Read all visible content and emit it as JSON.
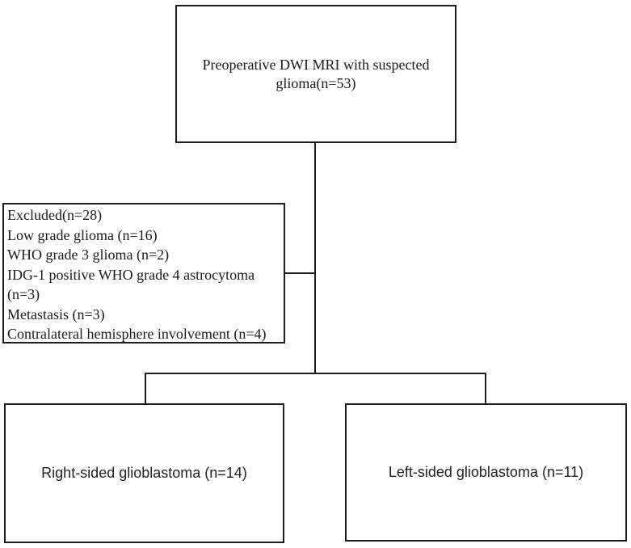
{
  "figure": {
    "type": "patient-flow-diagram",
    "nodes": {
      "top": "Preoperative DWI MRI with suspected glioma(n=53)",
      "excluded_items": [
        "Excluded(n=28)",
        "Low grade glioma (n=16)",
        "WHO grade 3 glioma (n=2)",
        "IDG-1 positive WHO grade 4 astrocytoma (n=3)",
        "Metastasis (n=3)",
        "Contralateral hemisphere involvement (n=4)"
      ],
      "bottom_left": "Right-sided glioblastoma (n=14)",
      "bottom_right": "Left-sided glioblastoma (n=11)"
    },
    "colors": {
      "line": "#1c1c1c",
      "text": "#1a1a1a",
      "background": "#ffffff"
    }
  }
}
